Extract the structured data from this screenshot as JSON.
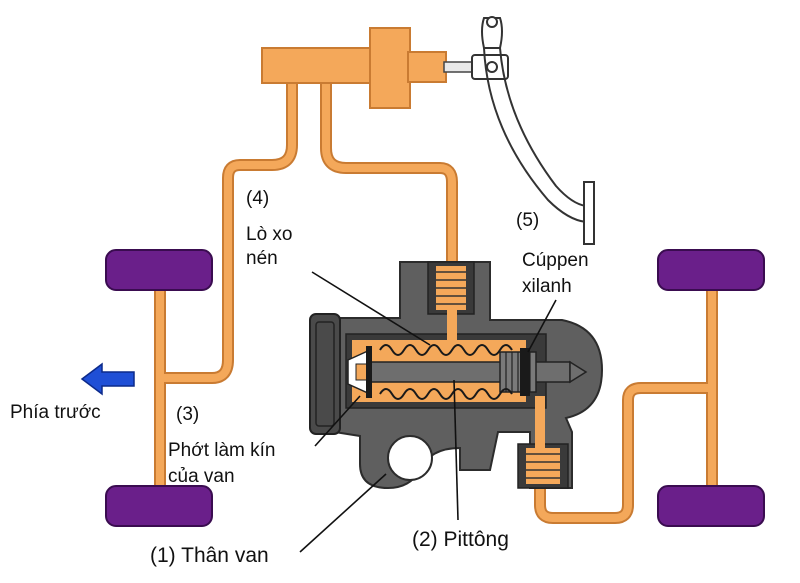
{
  "labels": {
    "front_direction": "Phía trước",
    "spring_number": "(4)",
    "spring_line1": "Lò xo",
    "spring_line2": "nén",
    "cup_number": "(5)",
    "cup_line1": "Cúppen",
    "cup_line2": "xilanh",
    "seal_number": "(3)",
    "seal_line1": "Phớt làm kín",
    "seal_line2": "của van",
    "valve_body": "(1) Thân van",
    "piston": "(2) Pittông"
  },
  "colors": {
    "brake_line": "#f4a85a",
    "brake_line_stroke": "#c97b32",
    "wheel": "#6a1f8a",
    "valve_body": "#5f5f5f",
    "valve_dark": "#2c2c2c",
    "arrow": "#1f4fd6"
  },
  "icons": {
    "front_arrow": "arrow-left-icon"
  }
}
